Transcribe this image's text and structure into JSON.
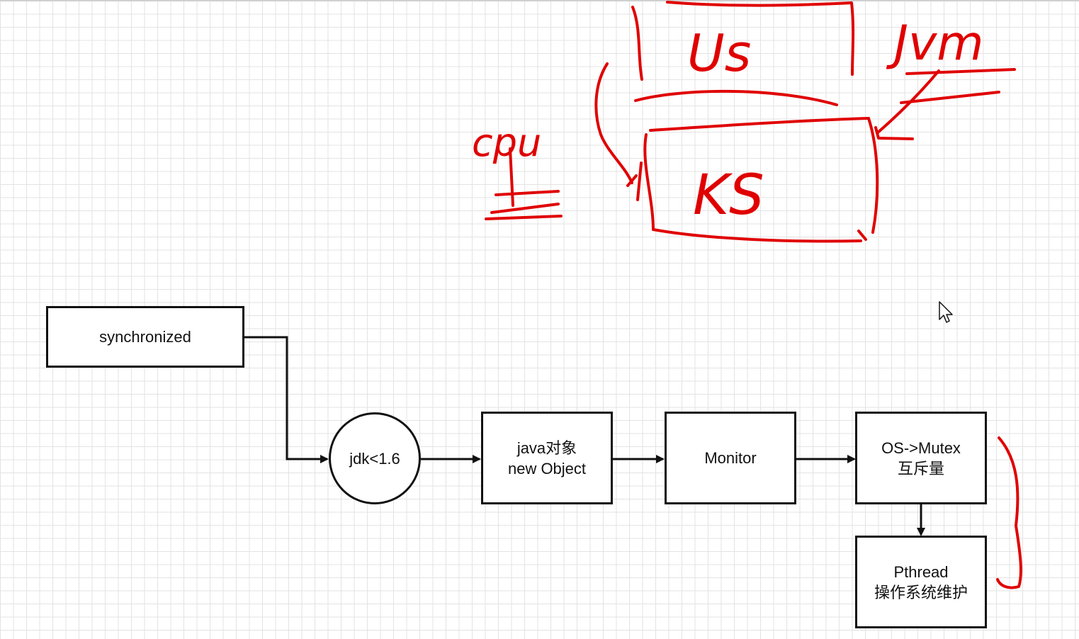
{
  "canvas": {
    "grid_color": "#e3e3e3",
    "background": "#ffffff"
  },
  "nodes": {
    "synchronized": {
      "label": "synchronized"
    },
    "jdk": {
      "label": "jdk<1.6"
    },
    "java_object": {
      "line1": "java对象",
      "line2": "new Object"
    },
    "monitor": {
      "label": "Monitor"
    },
    "os_mutex": {
      "line1": "OS->Mutex",
      "line2": "互斥量"
    },
    "pthread": {
      "line1": "Pthread",
      "line2": "操作系统维护"
    }
  },
  "annotations": {
    "color": "#e00000",
    "user_space": "Us",
    "kernel_space": "KS",
    "jvm": "Jvm",
    "cpu": "cpu"
  },
  "icons": {
    "cursor": "mouse-pointer-icon"
  }
}
